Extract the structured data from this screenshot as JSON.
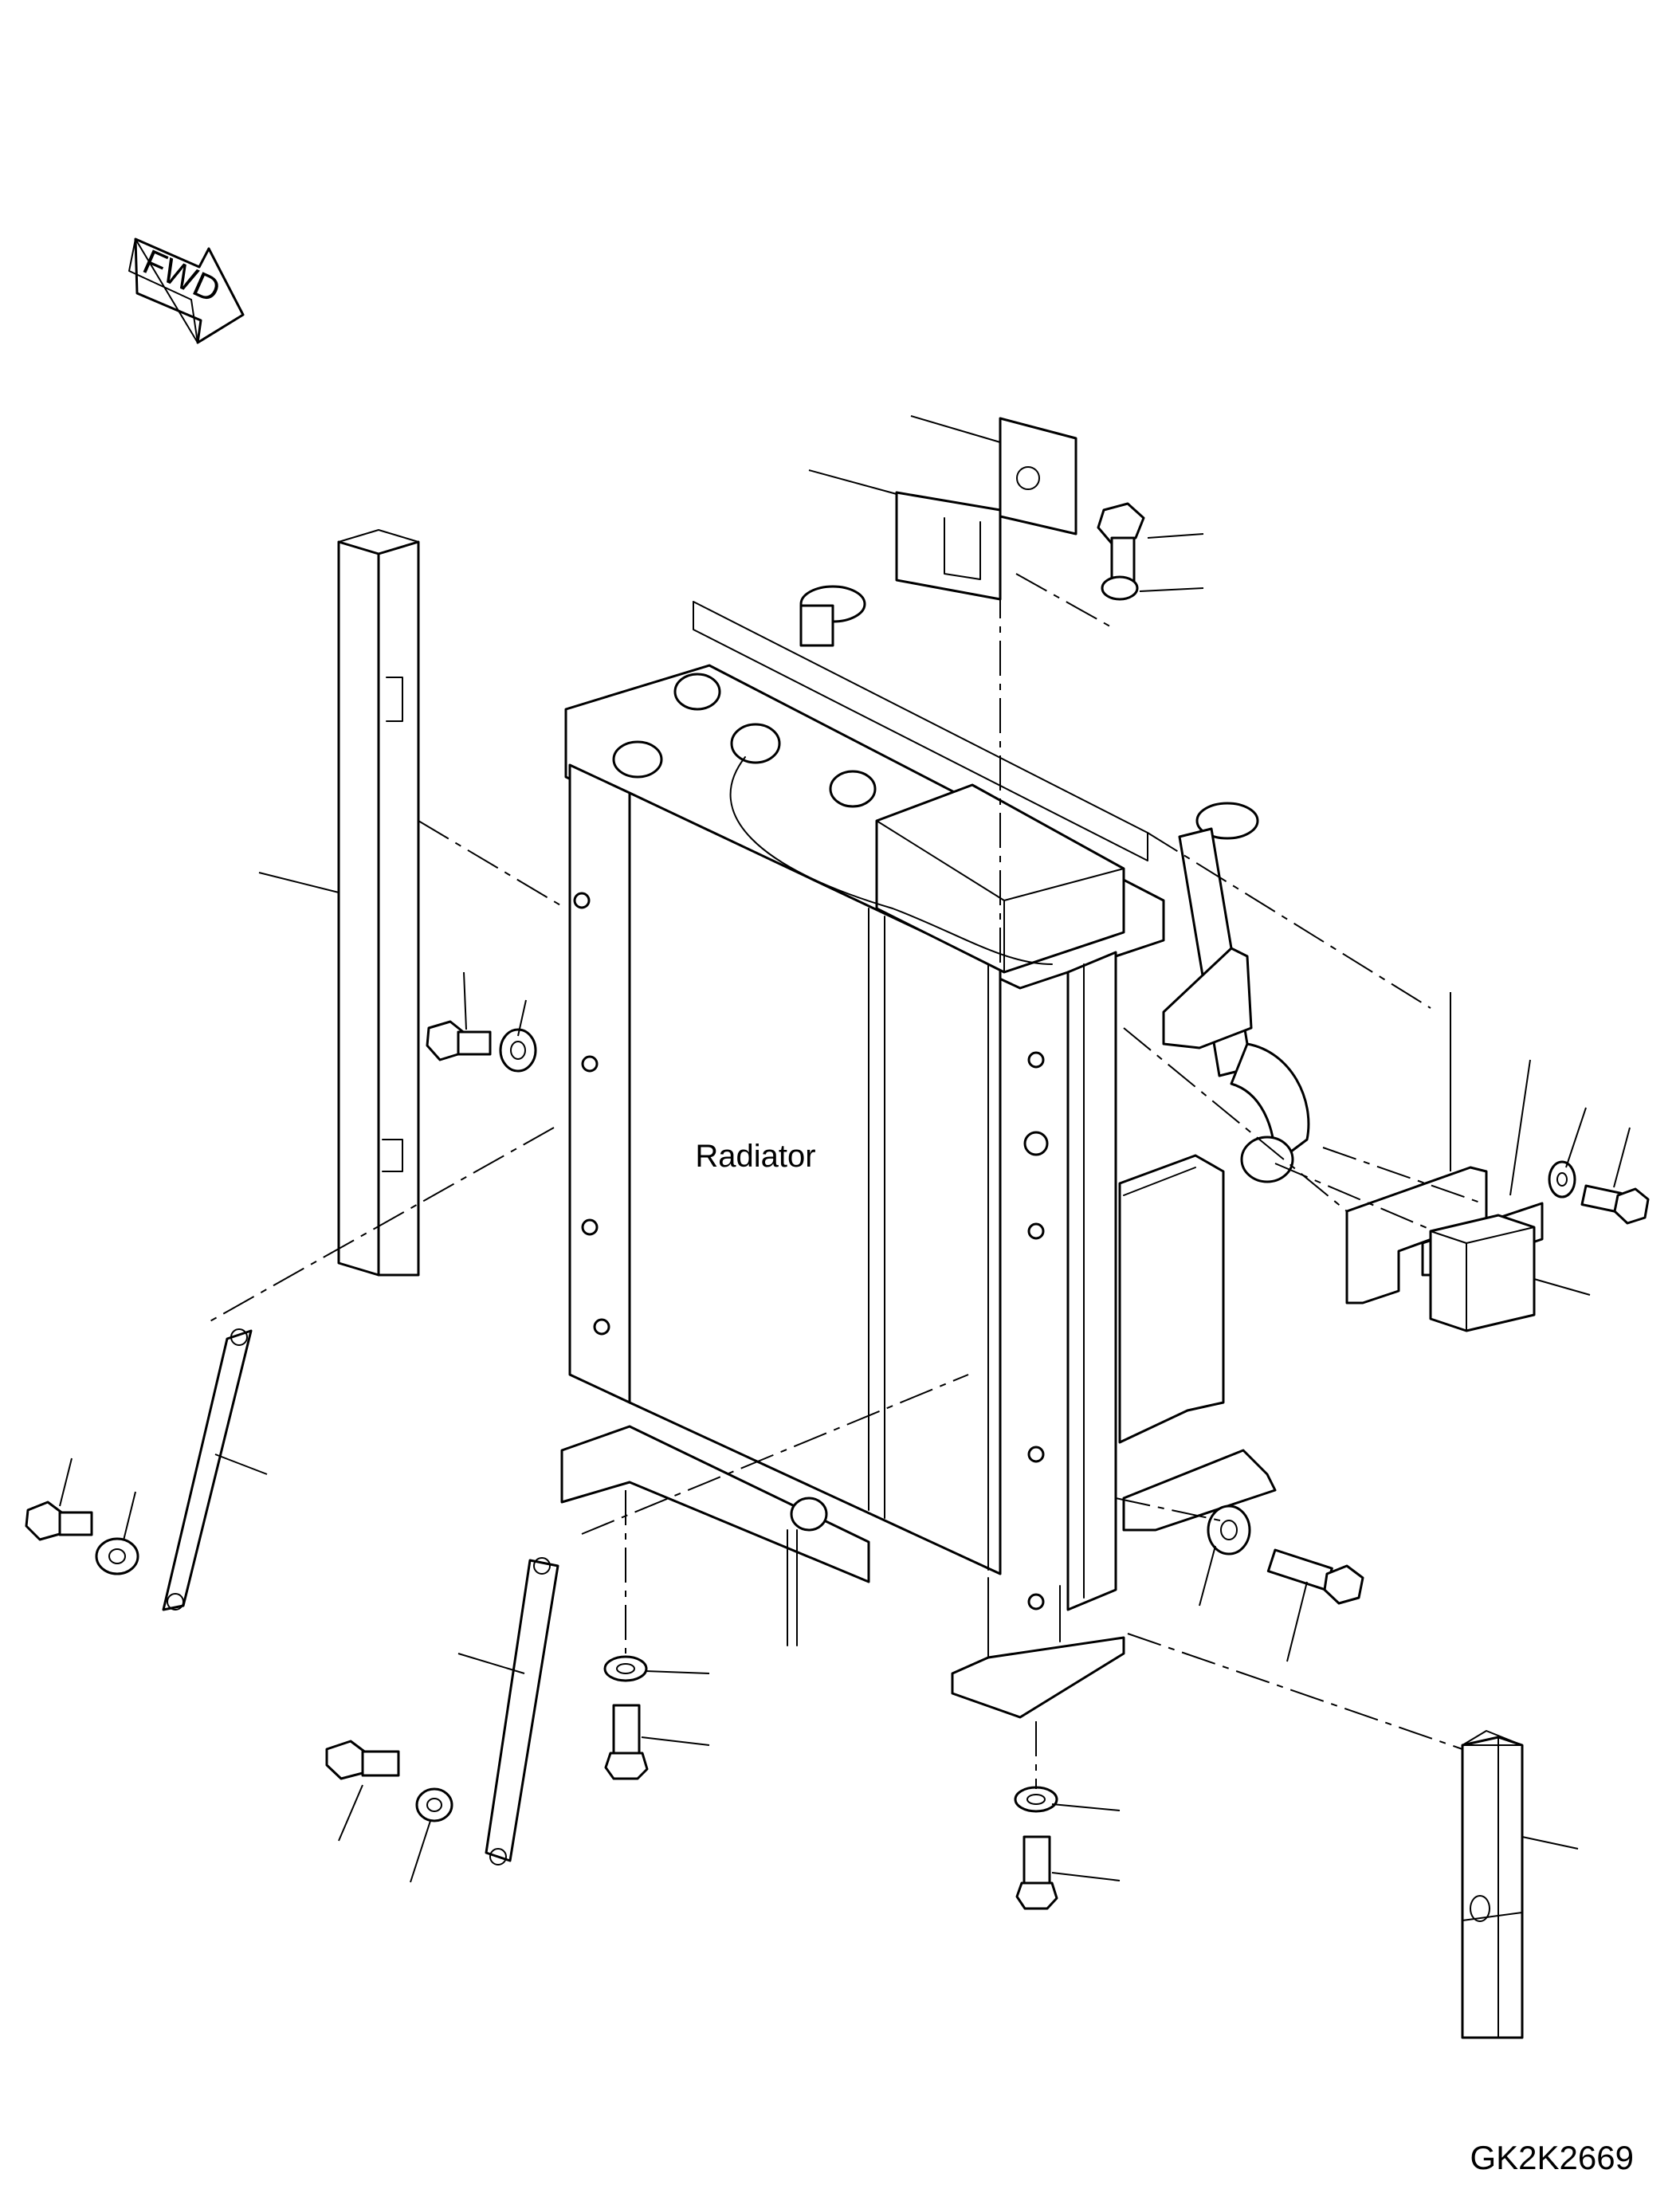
{
  "diagram": {
    "center_label": "Radiator",
    "figure_code": "GK2K2669",
    "fwd_label": "FWD"
  },
  "colors": {
    "ink": "#000000",
    "paper": "#ffffff"
  },
  "icons": [
    "fwd-arrow-icon"
  ]
}
